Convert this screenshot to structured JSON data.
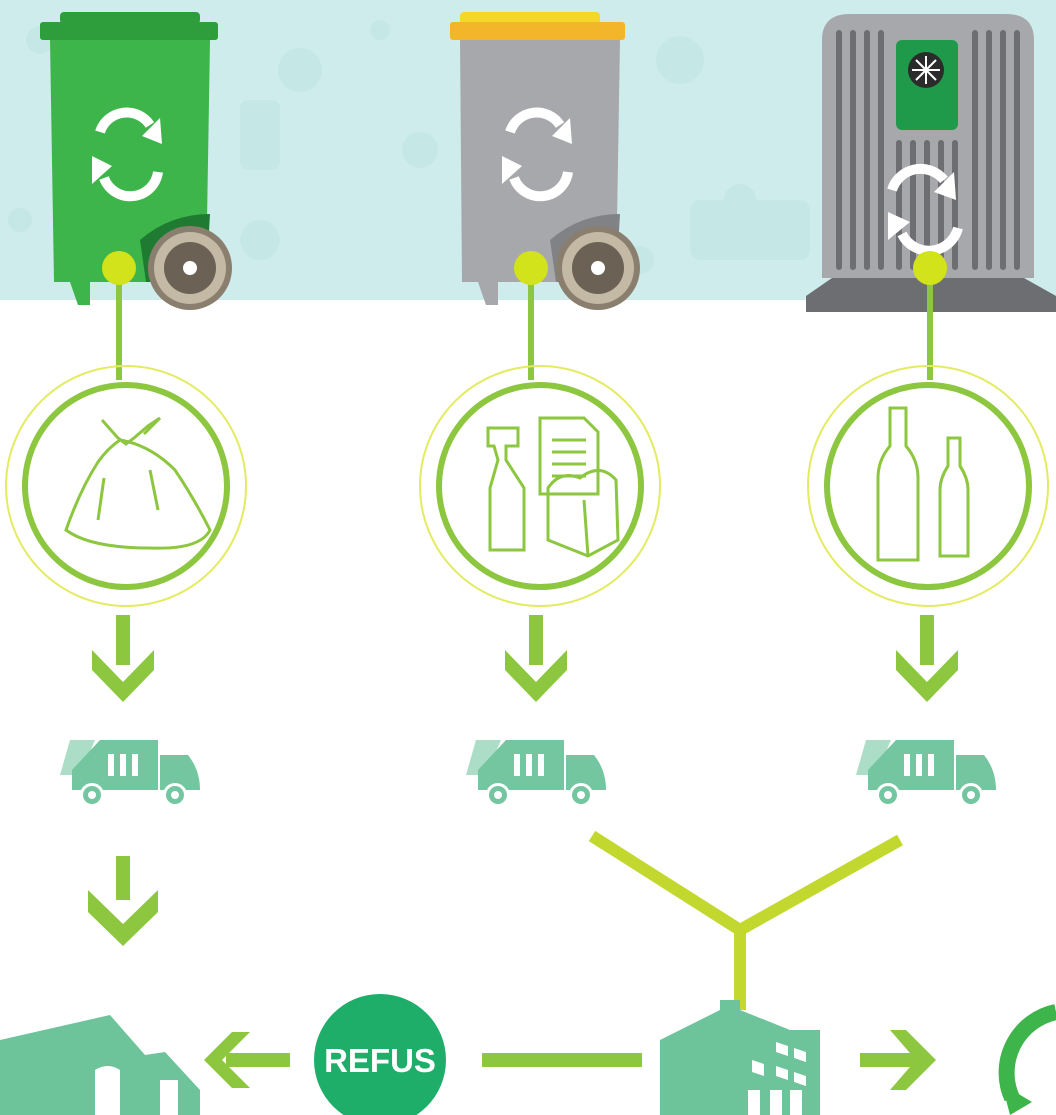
{
  "diagram": {
    "refus_label": "REFUS",
    "colors": {
      "background_band": "#cdeceb",
      "green_bin": "#3db54a",
      "grey_bin": "#a7a8ab",
      "yellow_lid": "#f5d72a",
      "connector_green": "#8dc63f",
      "lime_dot": "#d2e21b",
      "lime_line": "#c3d82e",
      "truck_green": "#74c6a0",
      "building_green": "#6dc49a",
      "refus_circle": "#1fae6a",
      "outline_ring": "#e3eb61"
    },
    "columns": [
      {
        "container": "green-bin",
        "icon": "trash-bag-icon"
      },
      {
        "container": "grey-bin-yellow-lid",
        "icon": "recyclables-icon"
      },
      {
        "container": "glass-bell",
        "icon": "glass-bottles-icon"
      }
    ]
  }
}
